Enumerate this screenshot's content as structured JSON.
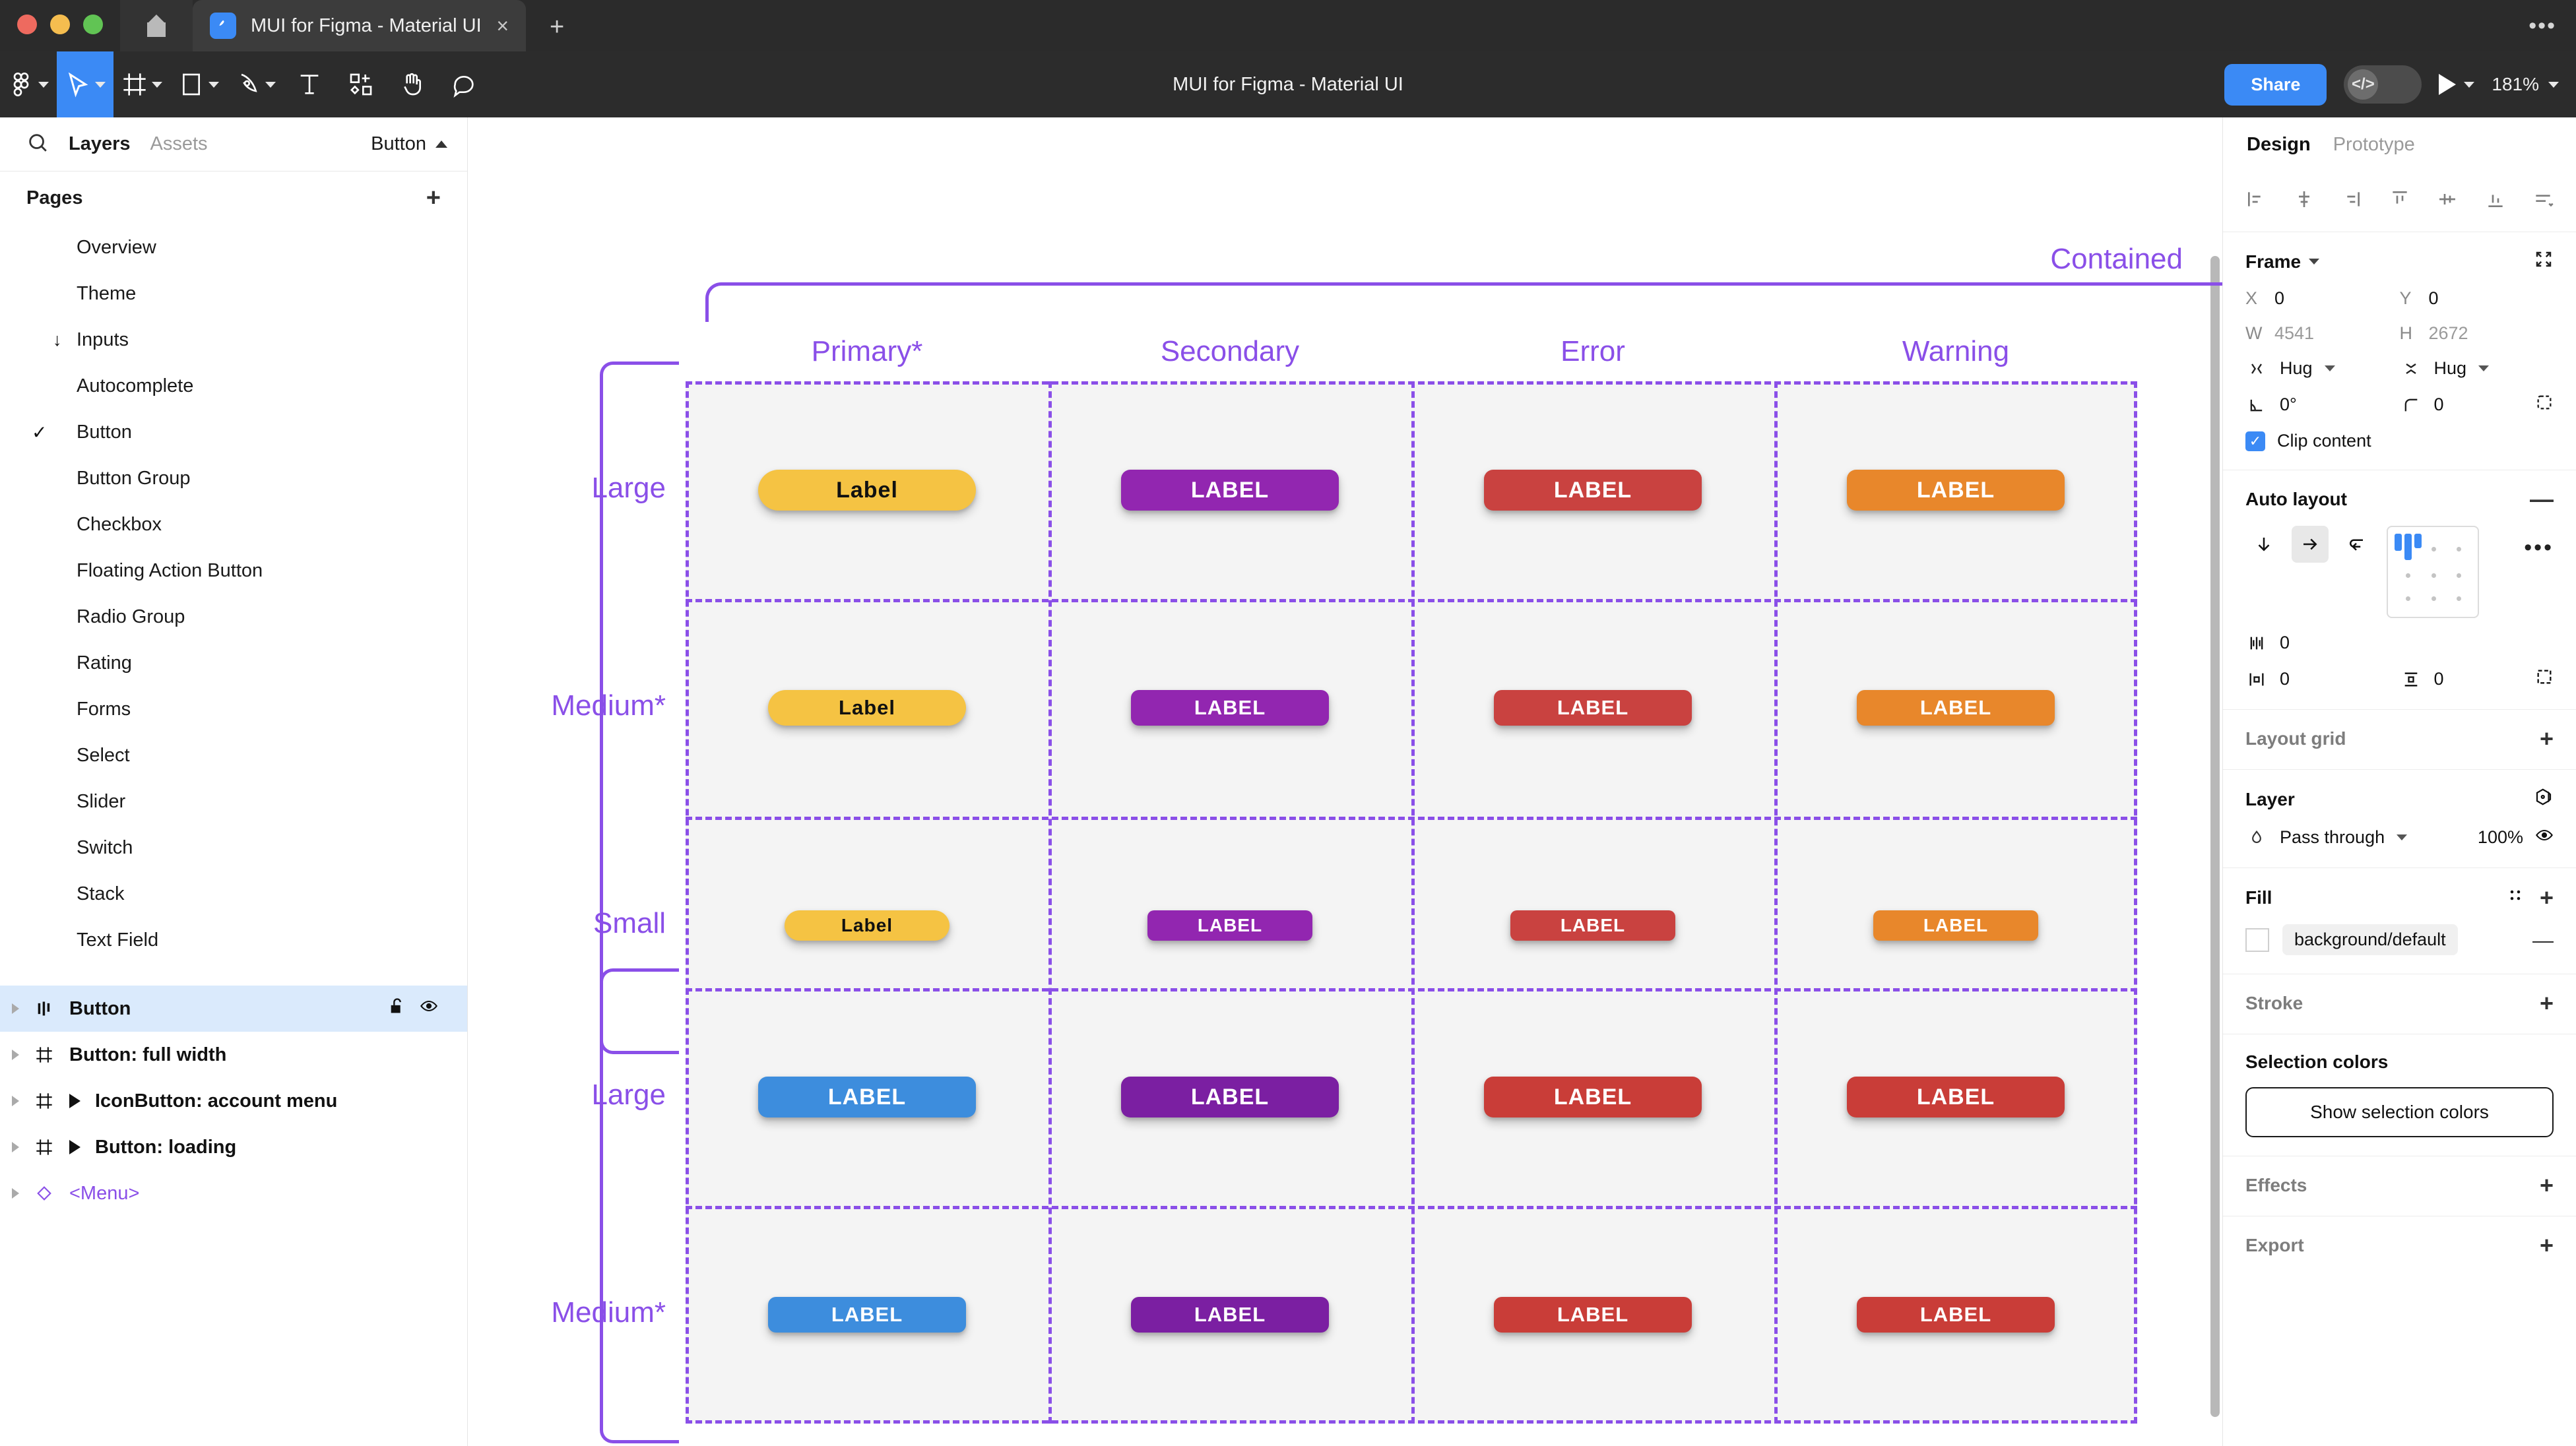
{
  "browser": {
    "tab_title": "MUI for Figma - Material UI",
    "close_label": "×",
    "new_tab_label": "+",
    "menu_label": "•••",
    "favicon": "figma-logo-icon"
  },
  "toolbar": {
    "file_title": "MUI for Figma - Material UI",
    "share_label": "Share",
    "devmode_label": "</>",
    "zoom_label": "181%",
    "tools": [
      {
        "name": "figma-menu-icon",
        "has_caret": true
      },
      {
        "name": "move-tool-icon",
        "has_caret": true,
        "active": true
      },
      {
        "name": "frame-tool-icon",
        "has_caret": true
      },
      {
        "name": "shape-tool-icon",
        "has_caret": true
      },
      {
        "name": "pen-tool-icon",
        "has_caret": true
      },
      {
        "name": "text-tool-icon",
        "has_caret": false
      },
      {
        "name": "resources-tool-icon",
        "has_caret": false
      },
      {
        "name": "hand-tool-icon",
        "has_caret": false
      },
      {
        "name": "comment-tool-icon",
        "has_caret": false
      }
    ]
  },
  "left_panel": {
    "tab_layers": "Layers",
    "tab_assets": "Assets",
    "page_selector": "Button",
    "pages_header": "Pages",
    "pages_add": "+",
    "pages": [
      {
        "label": "Overview",
        "selected": false,
        "group": false
      },
      {
        "label": "Theme",
        "selected": false,
        "group": false
      },
      {
        "label": "Inputs",
        "selected": false,
        "group": true,
        "arrow": "↓"
      },
      {
        "label": "Autocomplete",
        "selected": false,
        "group": false
      },
      {
        "label": "Button",
        "selected": true,
        "group": false,
        "tick": "✓"
      },
      {
        "label": "Button Group",
        "selected": false,
        "group": false
      },
      {
        "label": "Checkbox",
        "selected": false,
        "group": false
      },
      {
        "label": "Floating Action Button",
        "selected": false,
        "group": false
      },
      {
        "label": "Radio Group",
        "selected": false,
        "group": false
      },
      {
        "label": "Rating",
        "selected": false,
        "group": false
      },
      {
        "label": "Forms",
        "selected": false,
        "group": false
      },
      {
        "label": "Select",
        "selected": false,
        "group": false
      },
      {
        "label": "Slider",
        "selected": false,
        "group": false
      },
      {
        "label": "Switch",
        "selected": false,
        "group": false
      },
      {
        "label": "Stack",
        "selected": false,
        "group": false
      },
      {
        "label": "Text Field",
        "selected": false,
        "group": false
      }
    ],
    "layers": [
      {
        "label": "Button",
        "icon": "component-set-icon",
        "selected": true,
        "expandable": false,
        "lock": "unlock-icon",
        "eye": "eye-icon"
      },
      {
        "label": "Button: full width",
        "icon": "frame-icon",
        "selected": false,
        "expandable": false
      },
      {
        "label": "IconButton: account menu",
        "icon": "frame-icon",
        "selected": false,
        "expandable": true
      },
      {
        "label": "Button: loading",
        "icon": "frame-icon",
        "selected": false,
        "expandable": true
      },
      {
        "label": "<Menu>",
        "icon": "component-instance-icon",
        "selected": false,
        "expandable": false,
        "is_instance": true
      }
    ]
  },
  "canvas": {
    "container_label": "Contained",
    "columns": [
      "Primary*",
      "Secondary",
      "Error",
      "Warning"
    ],
    "sections": [
      {
        "rows": [
          "Large",
          "Medium*",
          "Small"
        ],
        "button_label_primary": "Label",
        "button_label_other": "LABEL",
        "colors": {
          "primary": "#f5c343",
          "secondary": "#9226b0",
          "error": "#c94240",
          "warning": "#e8872b"
        },
        "primary_text_color": "#111111"
      },
      {
        "rows": [
          "Large",
          "Medium*"
        ],
        "button_label_primary": "LABEL",
        "button_label_other": "LABEL",
        "colors": {
          "primary": "#3d8ddd",
          "secondary": "#7b1fa2",
          "error": "#c93d38",
          "warning": "#c93d38"
        },
        "primary_text_color": "#ffffff"
      }
    ],
    "guide_color": "#8a4fe8",
    "cell_bg": "#f4f4f4"
  },
  "right_panel": {
    "tab_design": "Design",
    "tab_prototype": "Prototype",
    "align_icons": [
      "align-left-icon",
      "align-horizontal-center-icon",
      "align-right-icon",
      "align-top-icon",
      "align-vertical-center-icon",
      "align-bottom-icon",
      "distribute-icon"
    ],
    "frame": {
      "title": "Frame",
      "x_key": "X",
      "x_value": "0",
      "y_key": "Y",
      "y_value": "0",
      "w_key": "W",
      "w_value": "4541",
      "h_key": "H",
      "h_value": "2672",
      "width_mode": "Hug",
      "height_mode": "Hug",
      "rotation": "0°",
      "corner_radius": "0",
      "clip_content_label": "Clip content",
      "clip_content_checked": true
    },
    "auto_layout": {
      "title": "Auto layout",
      "remove_label": "—",
      "direction_vertical": "↓",
      "direction_horizontal": "→",
      "direction_wrap": "↩",
      "selected_direction": "horizontal",
      "gap_value": "0",
      "horizontal_padding": "0",
      "vertical_padding": "0",
      "more_label": "•••"
    },
    "layout_grid": {
      "title": "Layout grid",
      "add_label": "+"
    },
    "layer": {
      "title": "Layer",
      "blend_mode": "Pass through",
      "opacity": "100%"
    },
    "fill": {
      "title": "Fill",
      "add_label": "+",
      "style_token": "background/default",
      "remove_label": "—"
    },
    "stroke": {
      "title": "Stroke",
      "add_label": "+"
    },
    "selection_colors": {
      "title": "Selection colors",
      "button_label": "Show selection colors"
    },
    "effects": {
      "title": "Effects",
      "add_label": "+"
    },
    "export": {
      "title": "Export",
      "add_label": "+"
    }
  }
}
